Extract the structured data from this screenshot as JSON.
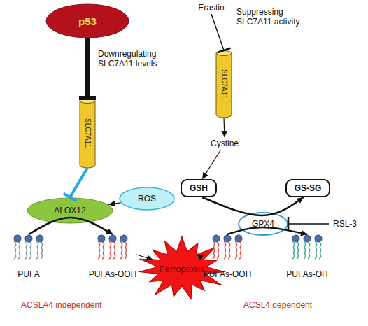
{
  "diagram": {
    "nodes": [
      {
        "text": [
          "p53"
        ]
      },
      {
        "text": [
          "SLC7A11"
        ]
      },
      {
        "text": [
          "ROS"
        ]
      },
      {
        "text": [
          "ALOX12"
        ]
      },
      {
        "text": [
          "PUFA"
        ]
      },
      {
        "text": [
          "PUFAs-OOH"
        ]
      },
      {
        "text": [
          "Ferroptosis"
        ]
      },
      {
        "text": [
          "Erastin"
        ]
      },
      {
        "text": [
          "SLC7A11"
        ]
      },
      {
        "text": [
          "Cystine"
        ]
      },
      {
        "text": [
          "GSH"
        ]
      },
      {
        "text": [
          "GS-SG"
        ]
      },
      {
        "text": [
          "GPX4"
        ]
      },
      {
        "text": [
          "RSL-3"
        ]
      },
      {
        "text": [
          "PUFAs-OOH"
        ]
      },
      {
        "text": [
          "PUFAs-OH"
        ]
      }
    ],
    "edges": [
      {
        "from": 0,
        "to": 1,
        "arrow": "to",
        "label": "Downregulating SLC7A11 levels"
      },
      {
        "from": 1,
        "to": 3,
        "arrow": "to"
      },
      {
        "from": 2,
        "to": 3,
        "arrow": "to"
      },
      {
        "from": 4,
        "to": 5,
        "arrow": "to"
      },
      {
        "from": 5,
        "to": 6,
        "arrow": "to"
      },
      {
        "from": 7,
        "to": 8,
        "arrow": "to",
        "label": "Suppressing SLC7A11 activity"
      },
      {
        "from": 8,
        "to": 9,
        "arrow": "to"
      },
      {
        "from": 9,
        "to": 10,
        "arrow": "to"
      },
      {
        "from": 10,
        "to": 11,
        "arrow": "to"
      },
      {
        "from": 13,
        "to": 12,
        "arrow": "to"
      },
      {
        "from": 14,
        "to": 15,
        "arrow": "to"
      },
      {
        "from": 14,
        "to": 6,
        "arrow": "to"
      }
    ],
    "labels": [
      "ACSLA4 independent",
      "ACSL4 dependent"
    ]
  }
}
